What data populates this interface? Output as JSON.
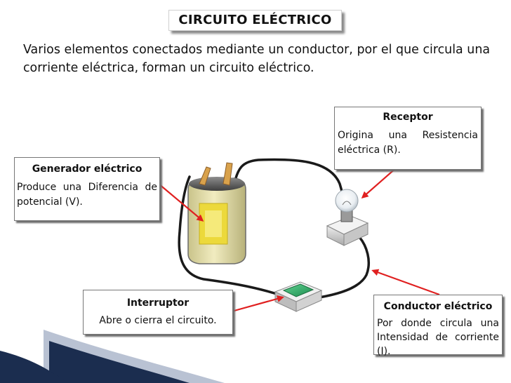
{
  "title": "CIRCUITO ELÉCTRICO",
  "intro": "Varios elementos conectados mediante un conductor, por el que circula una corriente eléctrica, forman un circuito eléctrico.",
  "receptor": {
    "heading": "Receptor",
    "body": "Origina una Resistencia eléctrica (R)."
  },
  "generador": {
    "heading": "Generador eléctrico",
    "body": "Produce una Diferencia de potencial (V)."
  },
  "interruptor": {
    "heading": "Interruptor",
    "body": "Abre o cierra el circuito."
  },
  "conductor": {
    "heading": "Conductor eléctrico",
    "body": "Por donde circula una Intensidad de corriente (I)."
  },
  "colors": {
    "arrow": "#e02020",
    "wire": "#1a1a1a",
    "battery": "#e8e2a6",
    "switch_button": "#2db56c",
    "deco_dark": "#1b2d4f"
  }
}
